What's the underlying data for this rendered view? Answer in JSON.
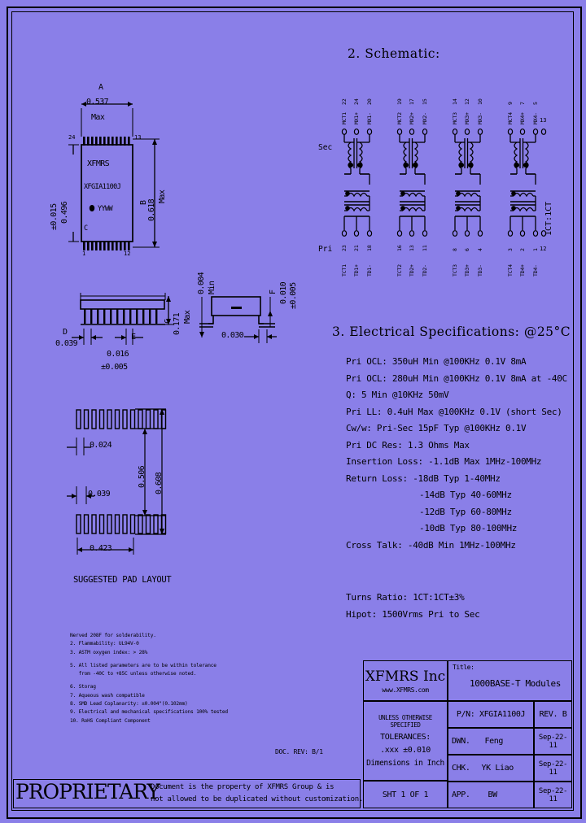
{
  "page": {
    "bg_color": "#8a7fe8",
    "ink_color": "#000000"
  },
  "sections": {
    "schematic_heading": "2. Schematic:",
    "electrical_heading": "3. Electrical Specifications: @25°C",
    "pad_layout_caption": "SUGGESTED PAD LAYOUT"
  },
  "package_drawing": {
    "dim_a_letter": "A",
    "dim_a_value": "0.537",
    "dim_a_qual": "Max",
    "dim_b_letter": "B",
    "dim_b_value": "0.618",
    "dim_b_qual": "Max",
    "dim_left_value": "0.496",
    "dim_left_tol": "±0.015",
    "body_line1": "XFMRS",
    "body_line2": "XFGIA1100J",
    "body_line3": "YYWW",
    "body_letter_c": "C",
    "pin_24": "24",
    "pin_13": "13",
    "pin_1": "1",
    "pin_12": "12"
  },
  "side_view": {
    "dim_c_letter": "C",
    "dim_c_value": "0.171",
    "dim_c_qual": "Max",
    "dim_d_letter": "D",
    "dim_d_value": "0.039",
    "dim_e_letter": "E",
    "dim_e_value": "0.016",
    "dim_e_tol": "±0.005"
  },
  "end_view": {
    "dim_min_value": "0.004",
    "dim_min_qual": "Min",
    "dim_f_letter": "F",
    "dim_f_value": "0.010",
    "dim_f_tol": "±0.005",
    "dim_030": "0.030"
  },
  "pad_layout": {
    "pitch": "0.024",
    "gap": "0.039",
    "inner_height": "0.506",
    "outer_height": "0.608",
    "width": "0.423"
  },
  "schematic": {
    "sec_label": "Sec",
    "pri_label": "Pri",
    "turns_label": "1CT:1CT",
    "top_pin_labels": [
      "MCT1",
      "MX1+",
      "MX1-",
      "MCT2",
      "MX2+",
      "MX2-",
      "MCT3",
      "MX3+",
      "MX3-",
      "MCT4",
      "MX4+",
      "MX4-"
    ],
    "top_pin_numbers": [
      "22",
      "24",
      "20",
      "19",
      "17",
      "15",
      "14",
      "12",
      "10",
      "9",
      "7",
      "5"
    ],
    "bottom_pin_labels": [
      "TCT1",
      "TD1+",
      "TD1-",
      "TCT2",
      "TD2+",
      "TD2-",
      "TCT3",
      "TD3+",
      "TD3-",
      "TCT4",
      "TD4+",
      "TD4-"
    ],
    "bottom_pin_numbers": [
      "23",
      "21",
      "18",
      "16",
      "13",
      "11",
      "8",
      "6",
      "4",
      "3",
      "2",
      "1"
    ],
    "sec_right_pin": "13",
    "pri_right_pin": "12"
  },
  "specs": {
    "lines": [
      "Pri OCL: 350uH Min @100KHz 0.1V 8mA",
      "Pri OCL: 280uH Min @100KHz 0.1V 8mA at -40C",
      "Q: 5 Min @10KHz 50mV",
      "Pri LL: 0.4uH Max @100KHz 0.1V (short Sec)",
      "Cw/w: Pri-Sec 15pF Typ @100KHz 0.1V",
      "Pri DC Res: 1.3 Ohms Max",
      "Insertion Loss: -1.1dB Max 1MHz-100MHz",
      "Return Loss: -18dB Typ 1-40MHz",
      "-14dB Typ 40-60MHz",
      "-12dB Typ 60-80MHz",
      "-10dB Typ 80-100MHz",
      "Cross Talk: -40dB Min 1MHz-100MHz"
    ],
    "indent_flags": [
      0,
      0,
      0,
      0,
      0,
      0,
      0,
      0,
      1,
      1,
      1,
      0
    ],
    "footer_lines": [
      "Turns Ratio: 1CT:1CT±3%",
      "Hipot: 1500Vrms Pri to Sec"
    ]
  },
  "notes": {
    "items": [
      "Nerved 208F for solderability.",
      "2. Flammability: UL94V-0",
      "3. ASTM oxygen index: > 28%",
      "5. All listed parameters are to be within tolerance",
      "   from -40C to +85C unless otherwise noted.",
      "6. Storag",
      "7. Aqueous wash compatible",
      "8. SMD Lead Coplanarity: ±0.004\"(0.102mm)",
      "9. Electrical and mechanical specifications 100% tested",
      "10. RoHS Compliant Component"
    ],
    "doc_rev": "DOC. REV: B/1"
  },
  "title_block": {
    "company": "XFMRS Inc",
    "website": "www.XFMRS.com",
    "title_label": "Title:",
    "title_value": "1000BASE-T Modules",
    "unless_line": "UNLESS OTHERWISE SPECIFIED",
    "tolerances_label": "TOLERANCES:",
    "tolerance_value": ".xxx  ±0.010",
    "dimensions_line": "Dimensions in Inch",
    "sheet_line": "SHT 1 OF 1",
    "pn_label": "P/N: XFGIA1100J",
    "rev_label": "REV. B",
    "dwn_label": "DWN.",
    "dwn_value": "Feng",
    "dwn_date": "Sep-22-11",
    "chk_label": "CHK.",
    "chk_value": "YK Liao",
    "chk_date": "Sep-22-11",
    "app_label": "APP.",
    "app_value": "BW",
    "app_date": "Sep-22-11"
  },
  "proprietary": {
    "word": "PROPRIETARY",
    "line1": "Document is the property of XFMRS Group & is",
    "line2": "not allowed to be duplicated without customization."
  }
}
